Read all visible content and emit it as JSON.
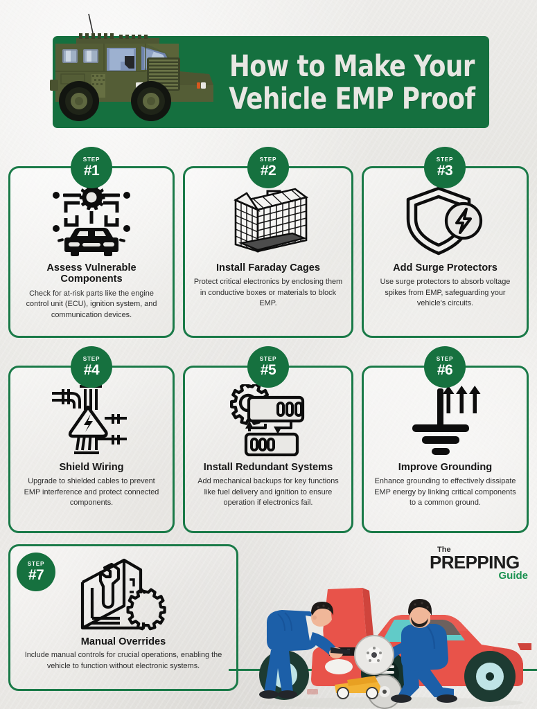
{
  "header": {
    "title_line1": "How to Make Your",
    "title_line2": "Vehicle EMP Proof",
    "banner_color": "#15703f",
    "title_color": "#e8e7e3",
    "vehicle_icon": "military-truck-illustration"
  },
  "theme": {
    "background": "#e9e8e5",
    "accent_green": "#1a7a48",
    "badge_green": "#16713f",
    "text_dark": "#171717",
    "body_text": "#2d2d2d",
    "car_red": "#e8534a",
    "overall_blue": "#1c5fa8",
    "jack_yellow": "#f2b233"
  },
  "steps": [
    {
      "step_word": "STEP",
      "step_number": "#1",
      "icon": "car-diagnostic-scan-icon",
      "title": "Assess Vulnerable Components",
      "body": "Check for at-risk parts like the engine control unit (ECU), ignition system, and communication devices."
    },
    {
      "step_word": "STEP",
      "step_number": "#2",
      "icon": "faraday-cage-icon",
      "title": "Install Faraday Cages",
      "body": "Protect critical electronics by enclosing them in conductive boxes or materials to block EMP."
    },
    {
      "step_word": "STEP",
      "step_number": "#3",
      "icon": "shield-lightning-icon",
      "title": "Add Surge Protectors",
      "body": "Use surge protectors to absorb voltage spikes from EMP, safeguarding your vehicle's circuits."
    },
    {
      "step_word": "STEP",
      "step_number": "#4",
      "icon": "shielded-wiring-icon",
      "title": "Shield Wiring",
      "body": "Upgrade to shielded cables to prevent EMP interference and protect connected components."
    },
    {
      "step_word": "STEP",
      "step_number": "#5",
      "icon": "redundant-systems-gear-icon",
      "title": "Install Redundant Systems",
      "body": "Add mechanical backups for key functions like fuel delivery and ignition to ensure operation if electronics fail."
    },
    {
      "step_word": "STEP",
      "step_number": "#6",
      "icon": "electrical-ground-icon",
      "title": "Improve Grounding",
      "body": "Enhance grounding to effectively dissipate EMP energy by linking critical components to a common ground."
    },
    {
      "step_word": "STEP",
      "step_number": "#7",
      "icon": "manual-wrench-gear-icon",
      "title": "Manual Overrides",
      "body": "Include manual controls for crucial operations, enabling the vehicle to function without electronic systems."
    }
  ],
  "logo": {
    "the": "The",
    "main": "PREPPING",
    "guide": "Guide"
  },
  "footer_illustration": {
    "icon": "mechanics-repairing-red-car-illustration"
  }
}
